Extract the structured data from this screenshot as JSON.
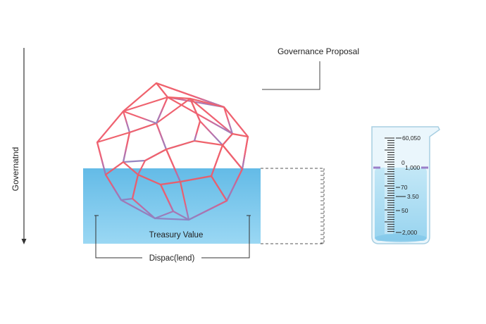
{
  "diagram": {
    "axis_label": "Governatnd",
    "callout_label": "Governance Proposal",
    "tank_label": "Treasury Value",
    "bracket_label": "Dispac(lend)",
    "beaker_ticks": [
      "60,050",
      "0",
      "1,000",
      "70",
      "3.50",
      "50",
      "2,000"
    ]
  },
  "colors": {
    "polyhedron": "#ef5a63",
    "water_top": "#5ab8e6",
    "water_bottom": "#8fd3f2",
    "beaker_glass": "#d8eef8",
    "beaker_liquid": "#9fd8f0",
    "marker": "#9a7fc9"
  }
}
